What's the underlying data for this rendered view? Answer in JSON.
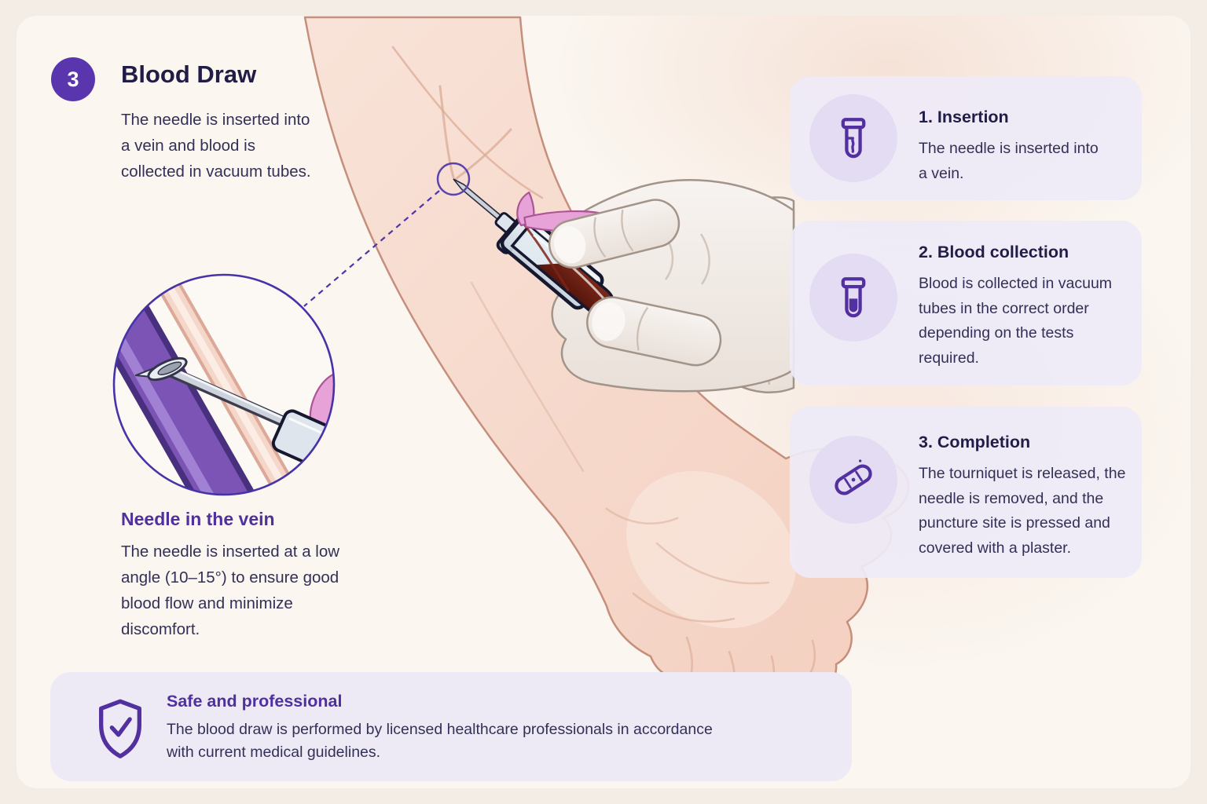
{
  "colors": {
    "accent_purple": "#50309c",
    "badge_purple": "#5936ae",
    "heading_navy": "#211d47",
    "body_navy": "#333057",
    "card_lavender": "#eeeaf6",
    "icon_circle_lavender": "#e3dcf3",
    "page_cream": "#f4ede6",
    "panel_cream": "#fbf6f0",
    "vein_purple": "#7b54b6",
    "blood_red": "#611b0f",
    "wing_pink": "#e7a3d8"
  },
  "header": {
    "step_number": "3",
    "title": "Blood Draw",
    "description": "The needle is inserted into a vein and blood is collected in vacuum tubes."
  },
  "vein_detail": {
    "heading": "Needle in the vein",
    "description": "The needle is inserted at a low angle (10–15°) to ensure good blood flow and minimize discomfort."
  },
  "steps": [
    {
      "icon": "test-tube-sample-icon",
      "title": "1. Insertion",
      "description": "The needle is inserted into a vein."
    },
    {
      "icon": "test-tube-filled-icon",
      "title": "2. Blood collection",
      "description": "Blood is collected in vacuum tubes in the correct order depending on the tests required."
    },
    {
      "icon": "plaster-icon",
      "title": "3. Completion",
      "description": "The tourniquet is released, the needle is removed, and the puncture site is pressed and covered with a plaster."
    }
  ],
  "footer": {
    "icon": "shield-check-icon",
    "heading": "Safe and professional",
    "description": "The blood draw is performed by licensed healthcare professionals in accordance with current medical guidelines."
  }
}
